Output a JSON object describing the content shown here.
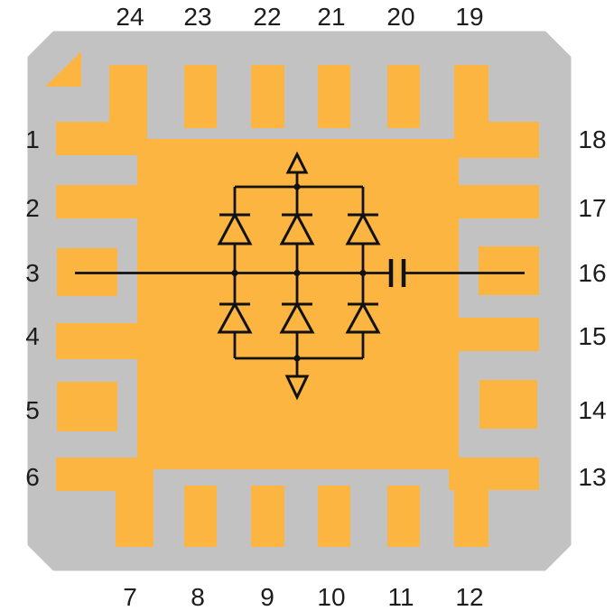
{
  "figure": {
    "kind": "QFN-24 package pinout diagram with internal limiter schematic",
    "pin1_marker": "corner-triangle"
  },
  "colors": {
    "pad": "#FBB540",
    "body": "#C2C2C2",
    "line": "#111111",
    "label": "#1C1C1C",
    "background": "#FFFFFF"
  },
  "pins": {
    "top": [
      {
        "label": "24",
        "connected_to_paddle": true
      },
      {
        "label": "23",
        "connected_to_paddle": false
      },
      {
        "label": "22",
        "connected_to_paddle": false
      },
      {
        "label": "21",
        "connected_to_paddle": false
      },
      {
        "label": "20",
        "connected_to_paddle": false
      },
      {
        "label": "19",
        "connected_to_paddle": true
      }
    ],
    "right": [
      {
        "label": "18",
        "connected_to_paddle": true
      },
      {
        "label": "17",
        "connected_to_paddle": true
      },
      {
        "label": "16",
        "connected_to_paddle": false
      },
      {
        "label": "15",
        "connected_to_paddle": true
      },
      {
        "label": "14",
        "connected_to_paddle": false
      },
      {
        "label": "13",
        "connected_to_paddle": true
      }
    ],
    "bottom": [
      {
        "label": "7",
        "connected_to_paddle": true
      },
      {
        "label": "8",
        "connected_to_paddle": false
      },
      {
        "label": "9",
        "connected_to_paddle": false
      },
      {
        "label": "10",
        "connected_to_paddle": false
      },
      {
        "label": "11",
        "connected_to_paddle": false
      },
      {
        "label": "12",
        "connected_to_paddle": true
      }
    ],
    "left": [
      {
        "label": "1",
        "connected_to_paddle": true
      },
      {
        "label": "2",
        "connected_to_paddle": true
      },
      {
        "label": "3",
        "connected_to_paddle": false
      },
      {
        "label": "4",
        "connected_to_paddle": true
      },
      {
        "label": "5",
        "connected_to_paddle": false
      },
      {
        "label": "6",
        "connected_to_paddle": true
      }
    ]
  },
  "schematic": {
    "branches": 3,
    "diodes_per_branch": 2,
    "diodes_total": 6,
    "has_series_capacitor": true,
    "has_ground_symbol": true,
    "has_port_arrow": true,
    "signal_path": "left pad 3 across diode branch midpoints, through series capacitor, to right pad 16"
  }
}
